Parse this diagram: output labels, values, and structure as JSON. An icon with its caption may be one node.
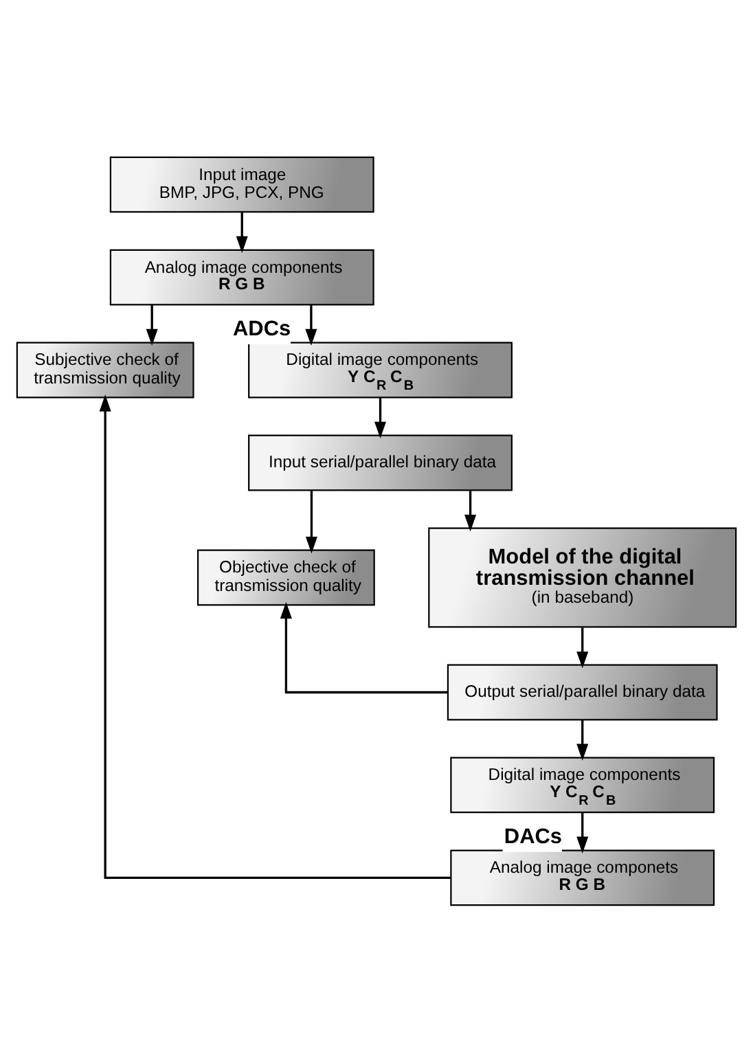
{
  "diagram": {
    "nodes": [
      {
        "text": [
          "Input image",
          "BMP, JPG, PCX, PNG"
        ]
      },
      {
        "text": [
          "Analog image components",
          "R G B"
        ]
      },
      {
        "text": [
          "Subjective check of transmission quality"
        ]
      },
      {
        "text": [
          "Digital image components",
          "Y C$_{R}$ C$_{B}$"
        ]
      },
      {
        "text": [
          "Input serial/parallel binary data"
        ]
      },
      {
        "text": [
          "Objective check of transmission quality"
        ]
      },
      {
        "text": [
          "Model of the digital transmission channel",
          "(in baseband)"
        ]
      },
      {
        "text": [
          "Output serial/parallel binary data"
        ]
      },
      {
        "text": [
          "Digital image components",
          "Y C$_{R}$ C$_{B}$"
        ]
      },
      {
        "text": [
          "Analog image componets",
          "R G B"
        ]
      }
    ],
    "edges": [
      {
        "from": 0,
        "to": 1,
        "arrow": "to"
      },
      {
        "from": 1,
        "to": 2,
        "arrow": "to"
      },
      {
        "from": 1,
        "to": 3,
        "arrow": "to",
        "label": "ADCs"
      },
      {
        "from": 3,
        "to": 4,
        "arrow": "to"
      },
      {
        "from": 4,
        "to": 5,
        "arrow": "to"
      },
      {
        "from": 4,
        "to": 6,
        "arrow": "to"
      },
      {
        "from": 6,
        "to": 7,
        "arrow": "to"
      },
      {
        "from": 7,
        "to": 5,
        "arrow": "to"
      },
      {
        "from": 7,
        "to": 8,
        "arrow": "to"
      },
      {
        "from": 8,
        "to": 9,
        "arrow": "to",
        "label": "DACs"
      },
      {
        "from": 9,
        "to": 2,
        "arrow": "to"
      }
    ]
  }
}
